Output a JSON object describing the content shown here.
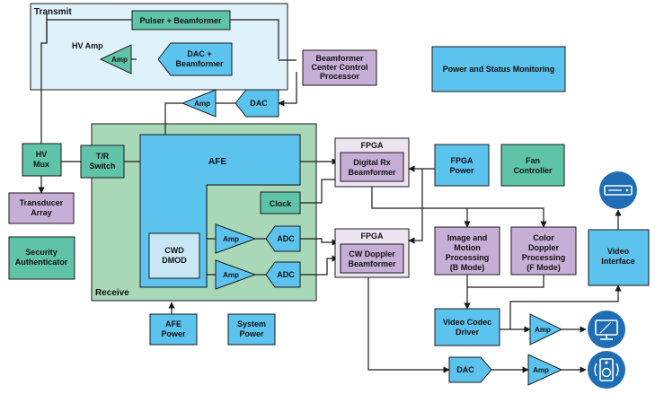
{
  "labels": {
    "transmit": "Transmit",
    "pulser_beamformer": "Pulser + Beamformer",
    "hv_amp": "HV Amp",
    "amp": "Amp",
    "dac_beamformer_1": "DAC +",
    "dac_beamformer_2": "Beamformer",
    "bccp_1": "Beamformer",
    "bccp_2": "Center Control",
    "bccp_3": "Processor",
    "power_status": "Power and Status Monitoring",
    "dac": "DAC",
    "hv_mux_1": "HV",
    "hv_mux_2": "Mux",
    "tr_switch_1": "T/R",
    "tr_switch_2": "Switch",
    "afe": "AFE",
    "clock": "Clock",
    "cwd_1": "CWD",
    "cwd_2": "DMOD",
    "adc": "ADC",
    "receive": "Receive",
    "transducer_1": "Transducer",
    "transducer_2": "Array",
    "security_1": "Security",
    "security_2": "Authenticator",
    "fpga": "FPGA",
    "digital_rx_1": "Digital Rx",
    "digital_rx_2": "Beamformer",
    "cw_doppler_1": "CW Doppler",
    "cw_doppler_2": "Beamformer",
    "fpga_power_1": "FPGA",
    "fpga_power_2": "Power",
    "fan_1": "Fan",
    "fan_2": "Controller",
    "image_motion_1": "Image and",
    "image_motion_2": "Motion",
    "image_motion_3": "Processing",
    "image_motion_4": "(B Mode)",
    "color_doppler_1": "Color",
    "color_doppler_2": "Doppler",
    "color_doppler_3": "Processing",
    "color_doppler_4": "(F Mode)",
    "video_interface_1": "Video",
    "video_interface_2": "Interface",
    "video_codec_1": "Video Codec",
    "video_codec_2": "Driver",
    "afe_power_1": "AFE",
    "afe_power_2": "Power",
    "system_power_1": "System",
    "system_power_2": "Power"
  },
  "colors": {
    "block_blue": "#5bc3ee",
    "block_green": "#5fc3a8",
    "block_purple": "#c6aed6",
    "transmit_bg": "#dff1fb",
    "receive_bg": "#a9d8b9",
    "fpga_bg": "#ece4f1",
    "icon_blue": "#1f6eb5"
  },
  "icons": [
    "video-recorder-icon",
    "monitor-icon",
    "speaker-icon"
  ]
}
